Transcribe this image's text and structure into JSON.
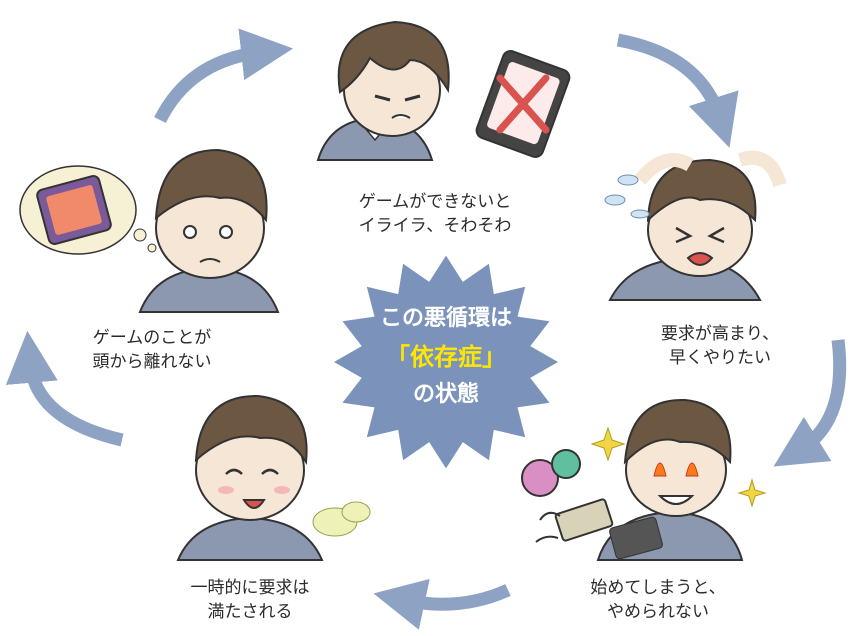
{
  "center": {
    "line1": "この悪循環は",
    "line2": "「依存症」",
    "line3": "の状態"
  },
  "steps": [
    {
      "line1": "ゲームができないと",
      "line2": "イライラ、そわそわ"
    },
    {
      "line1": "要求が高まり、",
      "line2": "早くやりたい"
    },
    {
      "line1": "始めてしまうと、",
      "line2": "やめられない"
    },
    {
      "line1": "一時的に要求は",
      "line2": "満たされる"
    },
    {
      "line1": "ゲームのことが",
      "line2": "頭から離れない"
    }
  ],
  "colors": {
    "starburst": "#7b93bb",
    "arrow": "#8ea3c4",
    "highlight": "#ffe600",
    "hair": "#6b5742",
    "skin": "#f6e6d6",
    "shirt": "#8c97b0",
    "collar": "#ffffff"
  },
  "icons": [
    "phone-crossed-icon",
    "game-phone-thought-icon",
    "game-balls-icon",
    "flying-money-icon",
    "sparkle-icon",
    "sweat-icon",
    "breath-puff-icon"
  ]
}
